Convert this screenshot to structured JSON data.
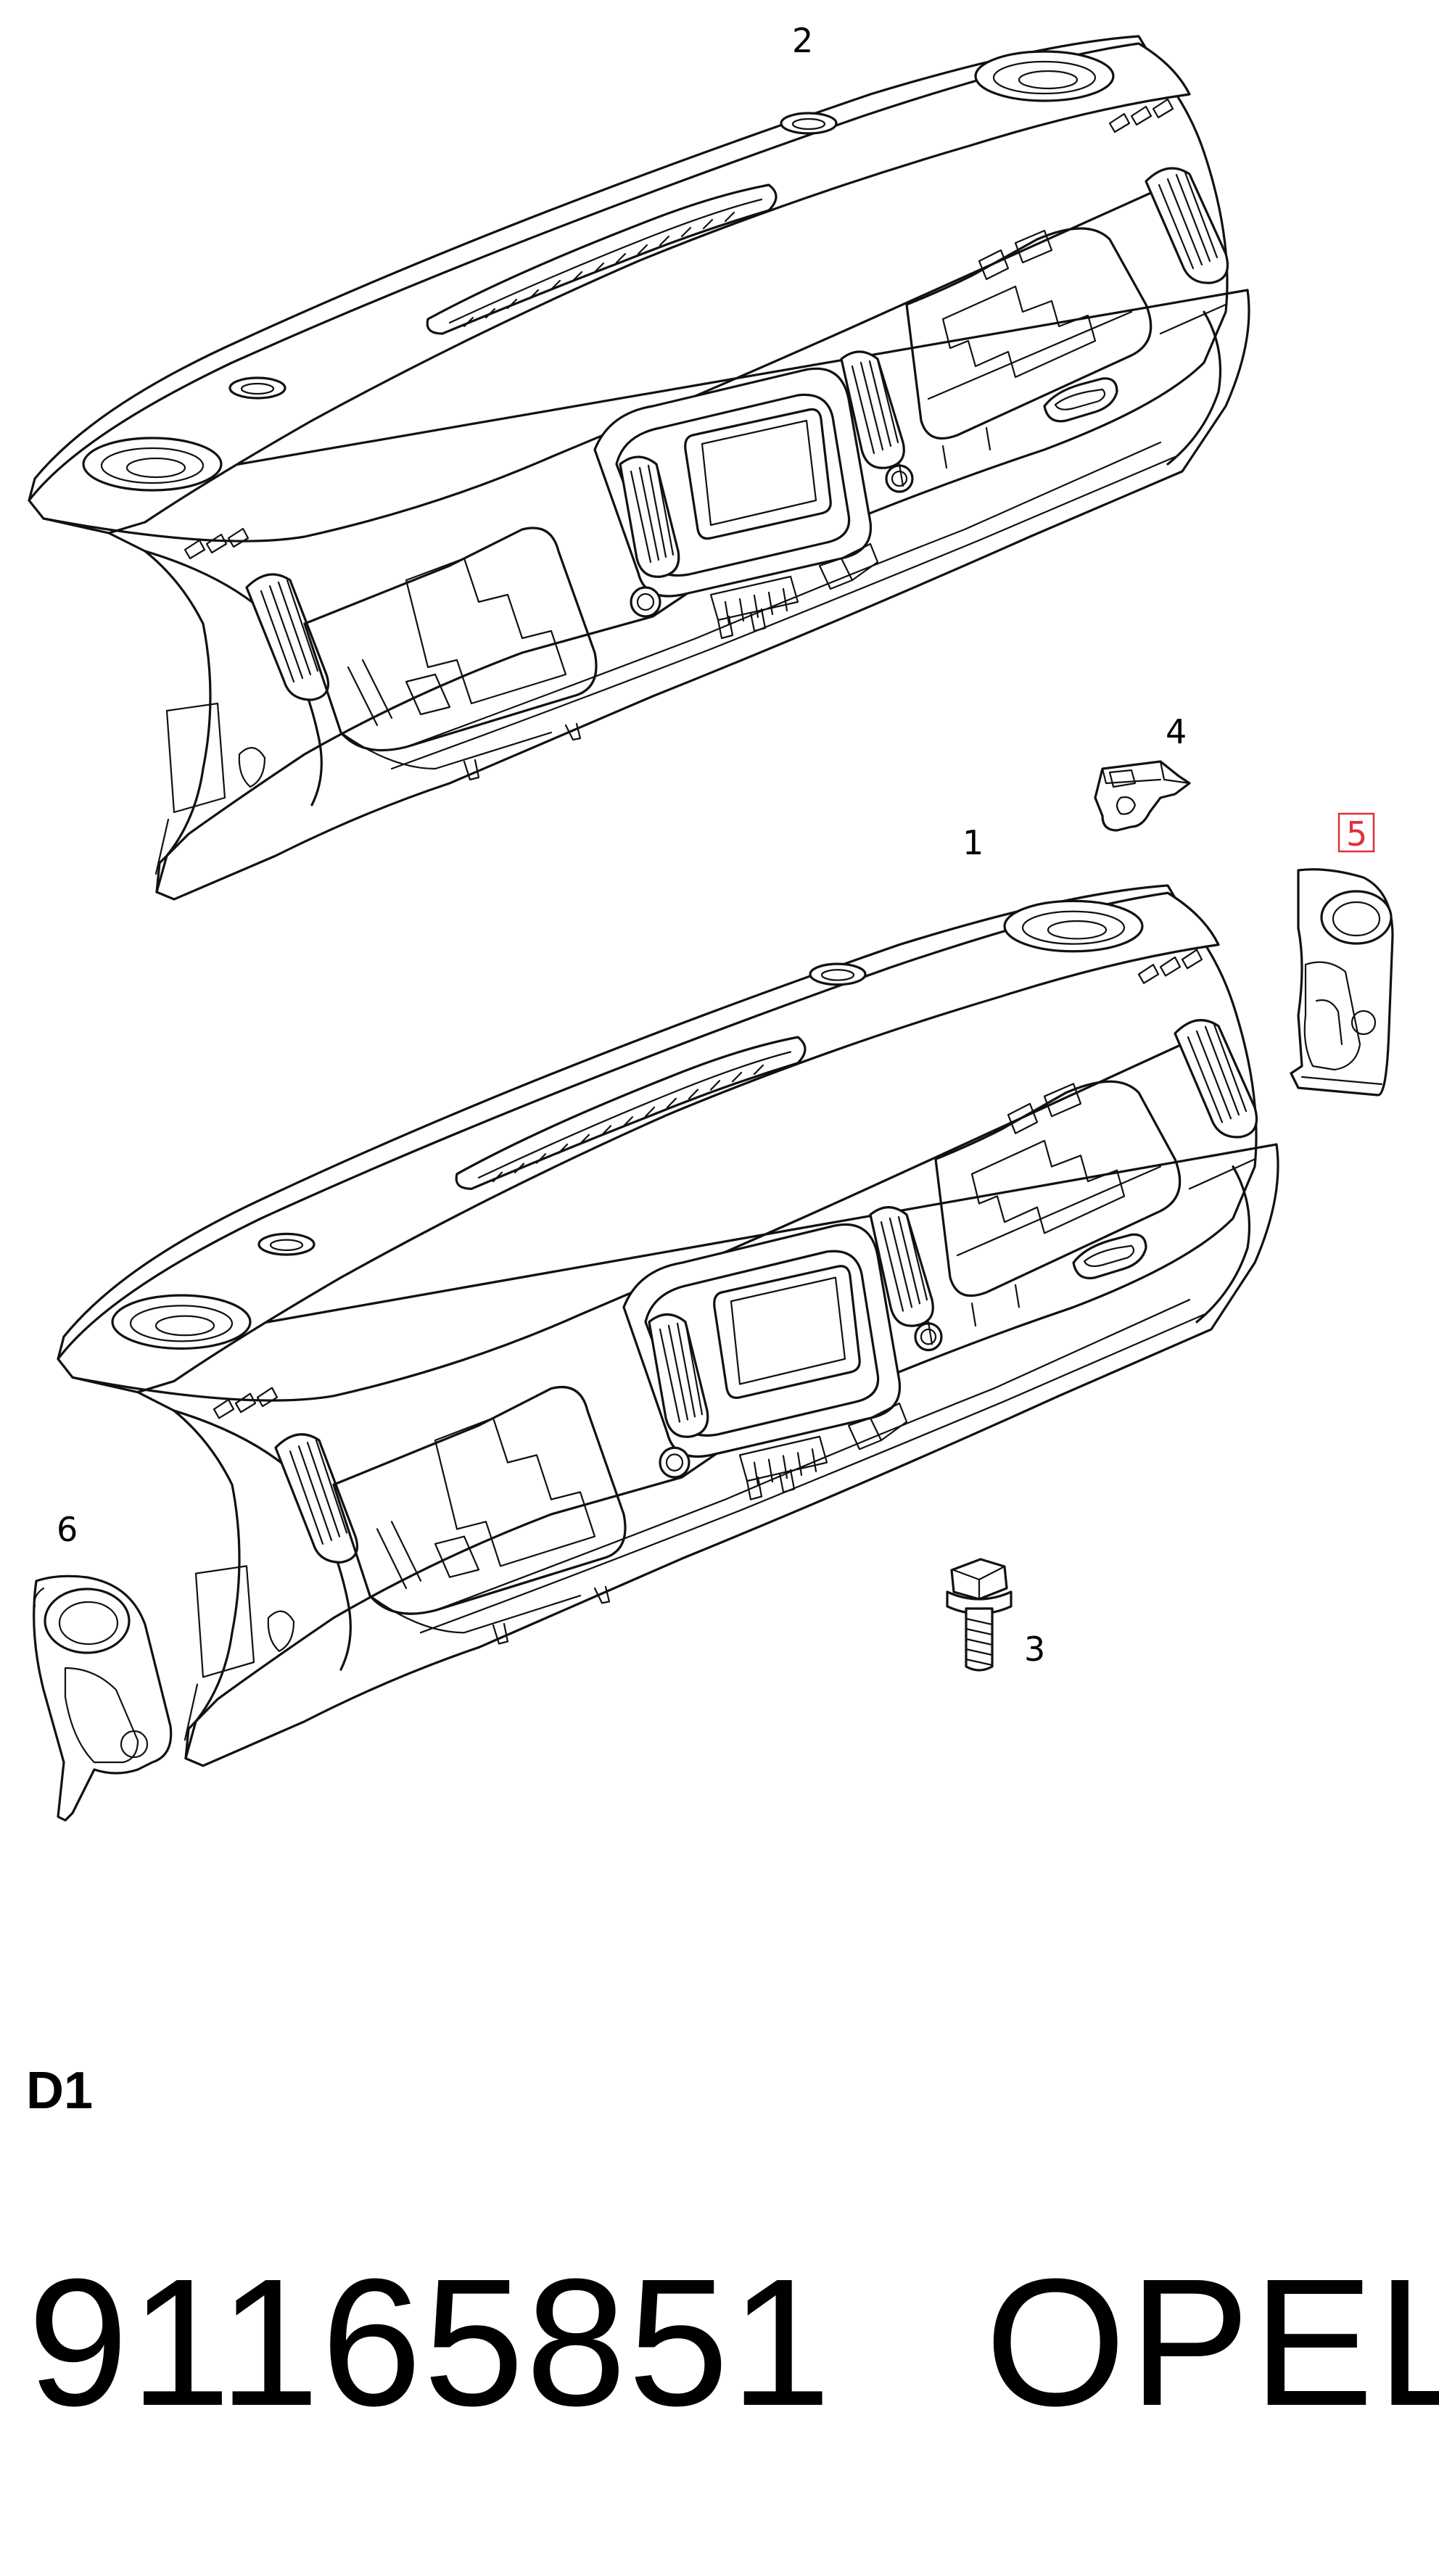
{
  "callouts": [
    {
      "label": "2",
      "highlighted": false
    },
    {
      "label": "4",
      "highlighted": false
    },
    {
      "label": "1",
      "highlighted": false
    },
    {
      "label": "5",
      "highlighted": true
    },
    {
      "label": "6",
      "highlighted": false
    },
    {
      "label": "3",
      "highlighted": false
    }
  ],
  "sheet_code": "D1",
  "part_number": "91165851",
  "brand": "OPEL",
  "colors": {
    "line": "#111111",
    "highlight": "#e0303a",
    "background": "#ffffff"
  }
}
